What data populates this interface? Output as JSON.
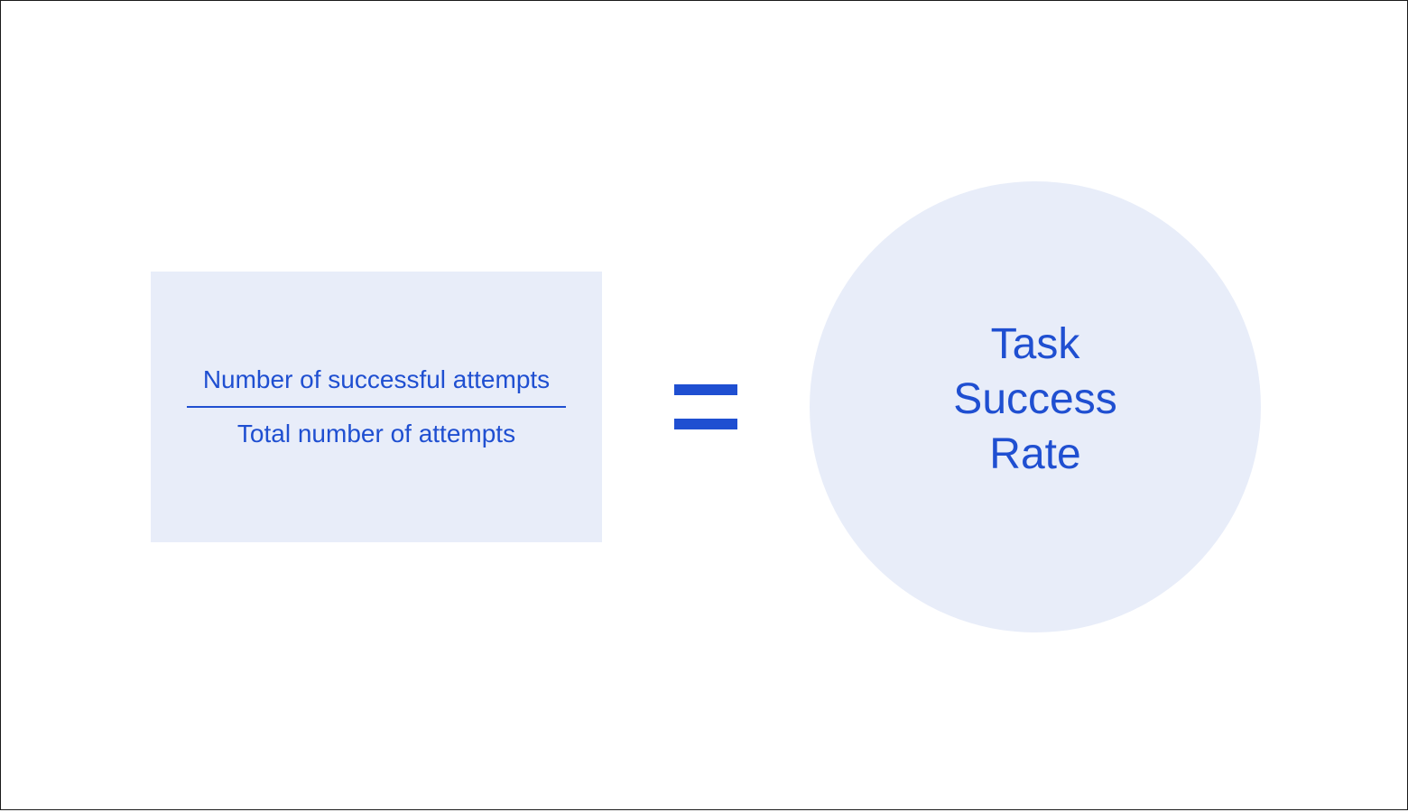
{
  "equation": {
    "numerator": "Number of successful attempts",
    "denominator": "Total number of attempts",
    "operator_icon": "equals-icon",
    "result_lines": [
      "Task",
      "Success",
      "Rate"
    ]
  },
  "colors": {
    "accent": "#1f4fd1",
    "shape_fill": "#e8edf9",
    "background": "#ffffff",
    "border": "#1a1a1a"
  }
}
